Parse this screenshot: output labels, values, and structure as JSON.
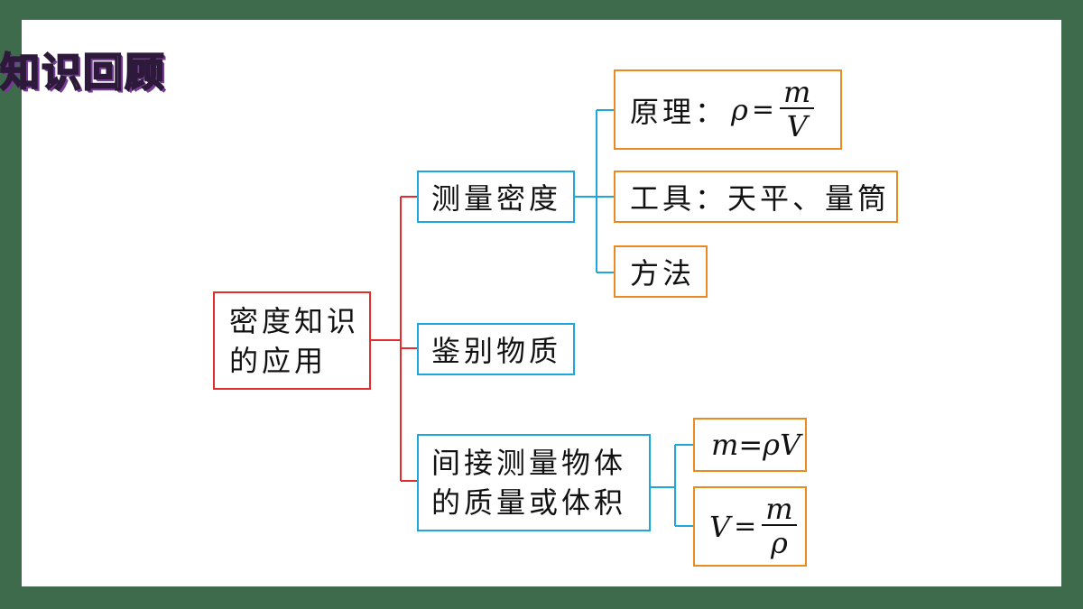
{
  "title": "知识回顾",
  "root": {
    "line1": "密度知识",
    "line2": "的应用"
  },
  "branches": {
    "measure_density": "测量密度",
    "identify_substance": "鉴别物质",
    "indirect": {
      "line1": "间接测量物体",
      "line2": "的质量或体积"
    }
  },
  "measure_children": {
    "principle_label": "原理：",
    "principle_lhs": "ρ",
    "principle_eq": "=",
    "principle_num": "m",
    "principle_den": "V",
    "tools": "工具：天平、量筒",
    "method": "方法"
  },
  "indirect_children": {
    "mass_formula": "m=ρV",
    "volume_lhs": "V",
    "volume_eq": "=",
    "volume_num": "m",
    "volume_den": "ρ"
  },
  "colors": {
    "root_border": "#e22d2d",
    "branch_border": "#1ea7dd",
    "leaf_border": "#eb8a21",
    "frame": "#3d6b4c"
  }
}
